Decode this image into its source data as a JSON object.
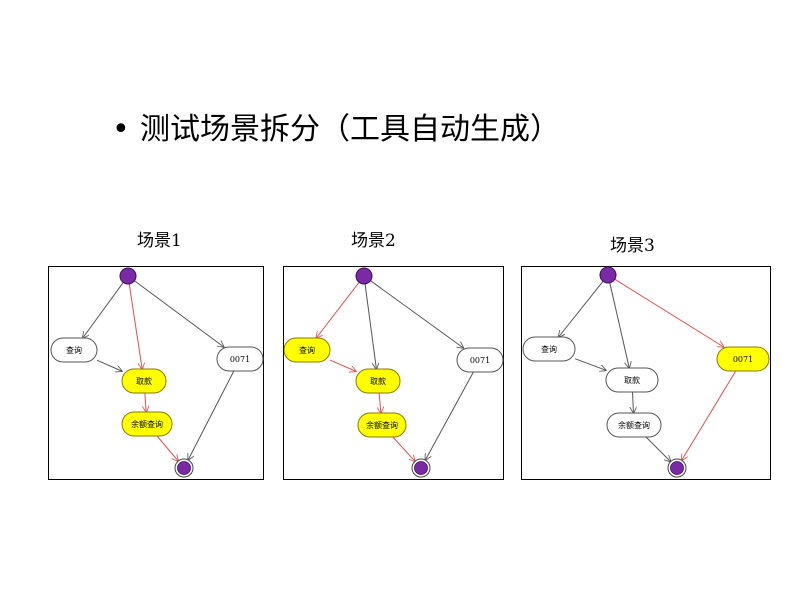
{
  "slide": {
    "bullet": "•",
    "title": "测试场景拆分（工具自动生成）"
  },
  "colors": {
    "highlight_fill": "#ffff00",
    "highlight_edge": "#e05050",
    "normal_edge": "#555555",
    "node_purple": "#7a2aa5"
  },
  "scenarios": [
    {
      "label": "场景1",
      "nodes": {
        "query": "查询",
        "withdraw": "取款",
        "balance": "余额查询",
        "n0071": "0071"
      },
      "highlighted": [
        "withdraw",
        "balance"
      ],
      "red_edges": [
        "start-withdraw",
        "withdraw-balance",
        "balance-end"
      ]
    },
    {
      "label": "场景2",
      "nodes": {
        "query": "查询",
        "withdraw": "取款",
        "balance": "余额查询",
        "n0071": "0071"
      },
      "highlighted": [
        "query",
        "withdraw",
        "balance"
      ],
      "red_edges": [
        "start-query",
        "query-withdraw",
        "withdraw-balance",
        "balance-end"
      ]
    },
    {
      "label": "场景3",
      "nodes": {
        "query": "查询",
        "withdraw": "取款",
        "balance": "余额查询",
        "n0071": "0071"
      },
      "highlighted": [
        "n0071"
      ],
      "red_edges": [
        "start-0071",
        "0071-end"
      ]
    }
  ]
}
